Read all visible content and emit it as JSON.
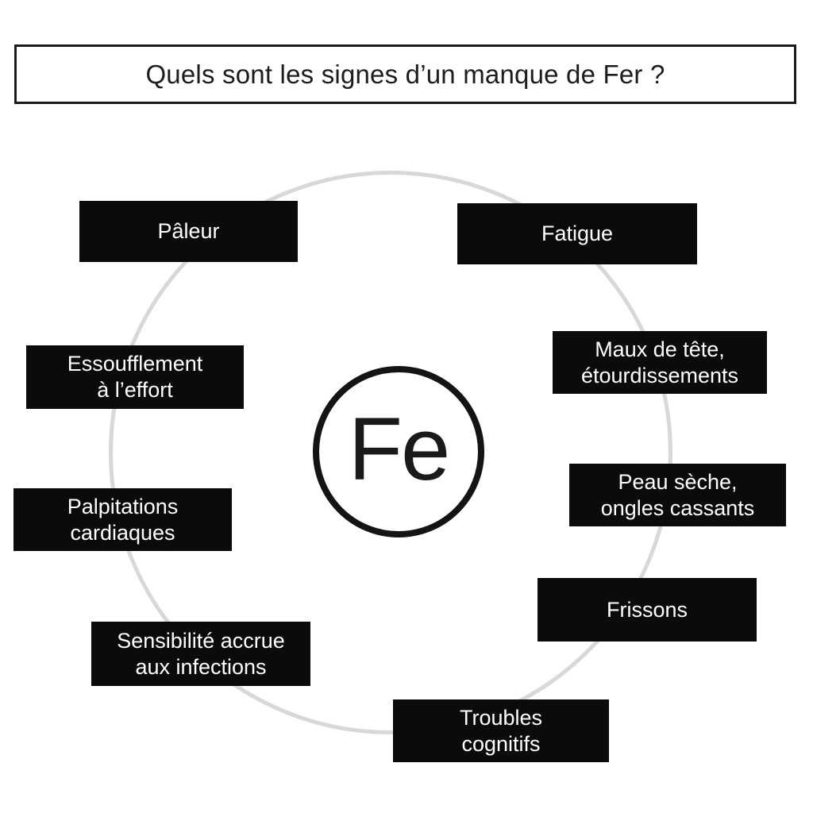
{
  "title": "Quels sont les signes d’un manque de Fer ?",
  "center_symbol": "Fe",
  "colors": {
    "background": "#ffffff",
    "box_bg": "#0b0b0b",
    "box_text": "#ffffff",
    "ring": "#d8d8d8",
    "circle_stroke": "#141414",
    "title_border": "#1b1b1b",
    "title_text": "#1c1c1c"
  },
  "labels": [
    {
      "name": "paleur",
      "lines": [
        "Pâleur",
        ""
      ]
    },
    {
      "name": "fatigue",
      "lines": [
        "Fatigue",
        ""
      ]
    },
    {
      "name": "essoufflement",
      "lines": [
        "Essoufflement",
        "à l’effort"
      ]
    },
    {
      "name": "maux-de-tete",
      "lines": [
        "Maux de tête,",
        "étourdissements"
      ]
    },
    {
      "name": "palpitations",
      "lines": [
        "Palpitations",
        "cardiaques"
      ]
    },
    {
      "name": "peau-seche",
      "lines": [
        "Peau sèche,",
        "ongles cassants"
      ]
    },
    {
      "name": "sensibilite",
      "lines": [
        "Sensibilité accrue",
        "aux infections"
      ]
    },
    {
      "name": "frissons",
      "lines": [
        "Frissons",
        ""
      ]
    },
    {
      "name": "troubles",
      "lines": [
        "Troubles",
        "cognitifs"
      ]
    }
  ]
}
